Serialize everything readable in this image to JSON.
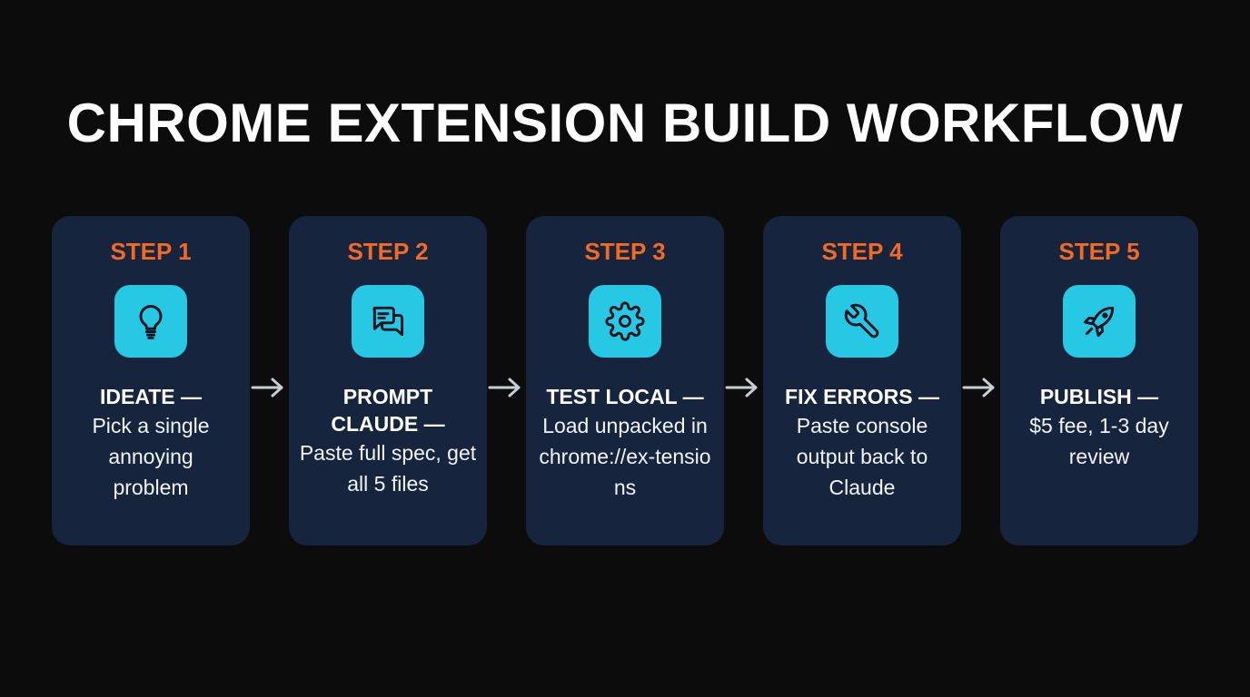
{
  "header": {
    "title": "CHROME EXTENSION BUILD WORKFLOW"
  },
  "colors": {
    "background": "#0c0c0d",
    "card_background": "#16243d",
    "step_label": "#f26a24",
    "icon_tile": "#26c8e4",
    "icon_stroke": "#0d1420",
    "arrow": "#c9ccd1",
    "text": "#ffffff"
  },
  "steps": [
    {
      "label": "STEP 1",
      "icon": "lightbulb-icon",
      "heading": "IDEATE —",
      "body": "Pick a single annoying problem"
    },
    {
      "label": "STEP 2",
      "icon": "chat-bubbles-icon",
      "heading": "PROMPT CLAUDE —",
      "body": "Paste full spec, get all 5 files"
    },
    {
      "label": "STEP 3",
      "icon": "gear-icon",
      "heading": "TEST LOCAL —",
      "body": "Load unpacked in chrome://ex-tensions"
    },
    {
      "label": "STEP 4",
      "icon": "wrench-icon",
      "heading": "FIX ERRORS —",
      "body": "Paste console output back to Claude"
    },
    {
      "label": "STEP 5",
      "icon": "rocket-icon",
      "heading": "PUBLISH —",
      "body": "$5 fee, 1-3 day review"
    }
  ],
  "connectors": [
    {
      "icon": "arrow-right-icon"
    },
    {
      "icon": "arrow-right-icon"
    },
    {
      "icon": "arrow-right-icon"
    },
    {
      "icon": "arrow-right-icon"
    }
  ]
}
